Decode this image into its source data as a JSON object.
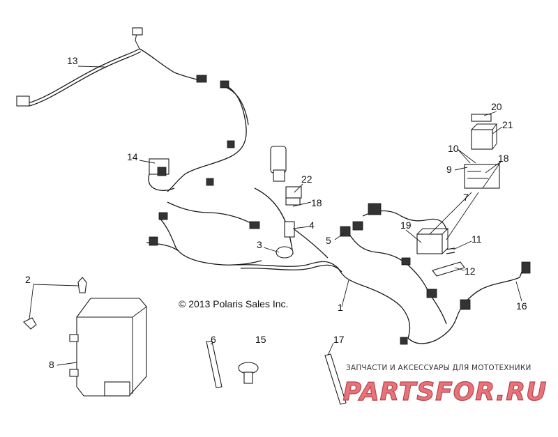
{
  "copyright": "© 2013 Polaris Sales Inc.",
  "watermark": {
    "subtitle": "ЗАПЧАСТИ И АКСЕССУАРЫ ДЛЯ МОТОТЕХНИКИ",
    "logo_text": "PARTSFOR.RU",
    "color": "#e8737a"
  },
  "callouts": [
    {
      "id": "1",
      "label": "1"
    },
    {
      "id": "2",
      "label": "2"
    },
    {
      "id": "3",
      "label": "3"
    },
    {
      "id": "4",
      "label": "4"
    },
    {
      "id": "5",
      "label": "5"
    },
    {
      "id": "6",
      "label": "6"
    },
    {
      "id": "7",
      "label": "7"
    },
    {
      "id": "8",
      "label": "8"
    },
    {
      "id": "9",
      "label": "9"
    },
    {
      "id": "10",
      "label": "10"
    },
    {
      "id": "11",
      "label": "11"
    },
    {
      "id": "12",
      "label": "12"
    },
    {
      "id": "13",
      "label": "13"
    },
    {
      "id": "14",
      "label": "14"
    },
    {
      "id": "15",
      "label": "15"
    },
    {
      "id": "16",
      "label": "16"
    },
    {
      "id": "17",
      "label": "17"
    },
    {
      "id": "18a",
      "label": "18"
    },
    {
      "id": "18b",
      "label": "18"
    },
    {
      "id": "19",
      "label": "19"
    },
    {
      "id": "20",
      "label": "20"
    },
    {
      "id": "21",
      "label": "21"
    },
    {
      "id": "22",
      "label": "22"
    }
  ]
}
